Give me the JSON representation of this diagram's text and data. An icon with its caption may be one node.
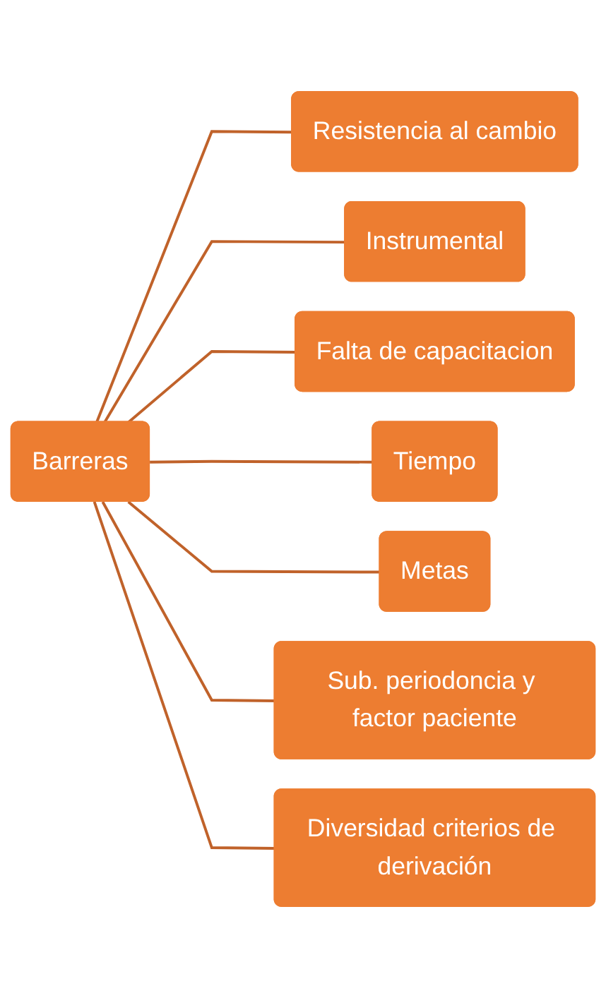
{
  "diagram": {
    "nodes": [
      {
        "text": [
          "Barreras"
        ]
      },
      {
        "text": [
          "Resistencia al cambio"
        ]
      },
      {
        "text": [
          "Instrumental"
        ]
      },
      {
        "text": [
          "Falta de capacitacion"
        ]
      },
      {
        "text": [
          "Tiempo"
        ]
      },
      {
        "text": [
          "Metas"
        ]
      },
      {
        "text": [
          "Sub. periodoncia y factor paciente"
        ]
      },
      {
        "text": [
          "Diversidad criterios de derivación"
        ]
      }
    ],
    "edges": [
      {
        "from": 0,
        "to": 1,
        "arrow": "none"
      },
      {
        "from": 0,
        "to": 2,
        "arrow": "none"
      },
      {
        "from": 0,
        "to": 3,
        "arrow": "none"
      },
      {
        "from": 0,
        "to": 4,
        "arrow": "none"
      },
      {
        "from": 0,
        "to": 5,
        "arrow": "none"
      },
      {
        "from": 0,
        "to": 6,
        "arrow": "none"
      },
      {
        "from": 0,
        "to": 7,
        "arrow": "none"
      }
    ]
  }
}
